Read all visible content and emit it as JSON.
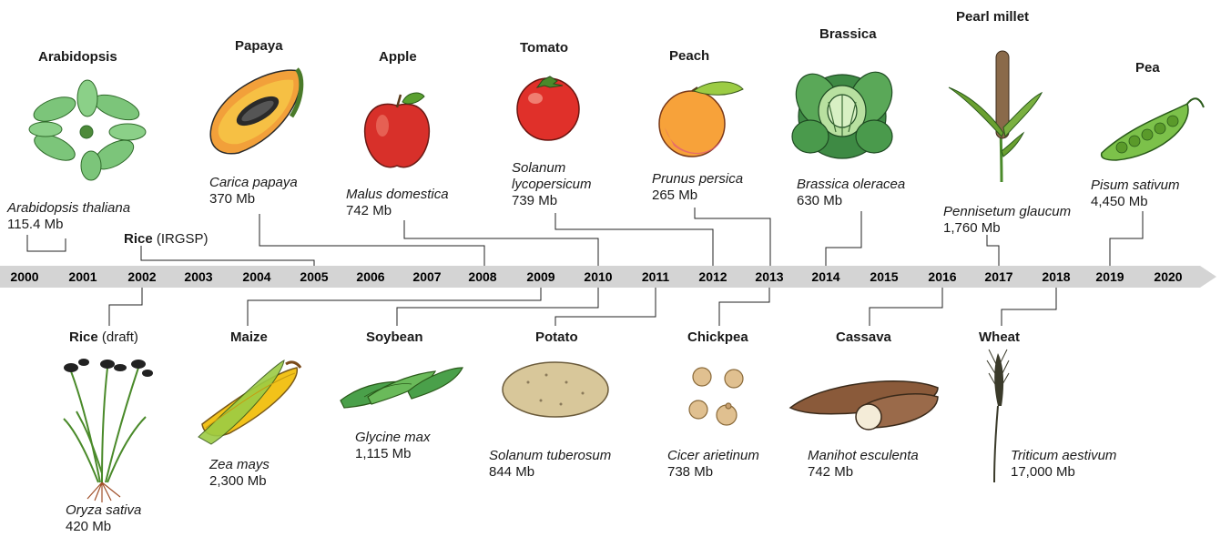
{
  "timeline": {
    "years": [
      "2000",
      "2001",
      "2002",
      "2003",
      "2004",
      "2005",
      "2006",
      "2007",
      "2008",
      "2009",
      "2010",
      "2011",
      "2012",
      "2013",
      "2014",
      "2015",
      "2016",
      "2017",
      "2018",
      "2019",
      "2020"
    ]
  },
  "crops_top": [
    {
      "name": "Arabidopsis",
      "scientific": "Arabidopsis thaliana",
      "genome_size": "115.4 Mb",
      "year": "2000"
    },
    {
      "name": "Papaya",
      "scientific": "Carica papaya",
      "genome_size": "370 Mb",
      "year": "2008"
    },
    {
      "name": "Apple",
      "scientific": "Malus domestica",
      "genome_size": "742 Mb",
      "year": "2010"
    },
    {
      "name": "Tomato",
      "scientific": "Solanum\nlycopersicum",
      "genome_size": "739 Mb",
      "year": "2012"
    },
    {
      "name": "Peach",
      "scientific": "Prunus persica",
      "genome_size": "265 Mb",
      "year": "2013"
    },
    {
      "name": "Brassica",
      "scientific": "Brassica oleracea",
      "genome_size": "630 Mb",
      "year": "2014"
    },
    {
      "name": "Pearl millet",
      "scientific": "Pennisetum glaucum",
      "genome_size": "1,760 Mb",
      "year": "2017"
    },
    {
      "name": "Pea",
      "scientific": "Pisum sativum",
      "genome_size": "4,450 Mb",
      "year": "2019"
    }
  ],
  "rice_irgsp": {
    "name": "Rice",
    "qualifier": "(IRGSP)",
    "year": "2005"
  },
  "crops_bottom": [
    {
      "name": "Rice",
      "qualifier": "(draft)",
      "scientific": "Oryza sativa",
      "genome_size": "420 Mb",
      "year": "2002"
    },
    {
      "name": "Maize",
      "scientific": "Zea mays",
      "genome_size": "2,300 Mb",
      "year": "2009"
    },
    {
      "name": "Soybean",
      "scientific": "Glycine max",
      "genome_size": "1,115 Mb",
      "year": "2010"
    },
    {
      "name": "Potato",
      "scientific": "Solanum tuberosum",
      "genome_size": "844 Mb",
      "year": "2011"
    },
    {
      "name": "Chickpea",
      "scientific": "Cicer arietinum",
      "genome_size": "738 Mb",
      "year": "2013"
    },
    {
      "name": "Cassava",
      "scientific": "Manihot esculenta",
      "genome_size": "742 Mb",
      "year": "2016"
    },
    {
      "name": "Wheat",
      "scientific": "Triticum aestivum",
      "genome_size": "17,000 Mb",
      "year": "2018"
    }
  ],
  "colors": {
    "arrow": "#d4d4d4",
    "leaf_green": "#7cc57a",
    "dark_green": "#2f7a3a",
    "papaya_orange": "#f2a03a",
    "apple_red": "#d8302a",
    "tomato_red": "#e0302a",
    "peach_orange": "#f7a23a",
    "corn_yellow": "#f2c21a",
    "potato_tan": "#d8c79a",
    "cassava_brown": "#8a5a3a",
    "wheat_dark": "#3a3a2a",
    "line": "#222222"
  }
}
